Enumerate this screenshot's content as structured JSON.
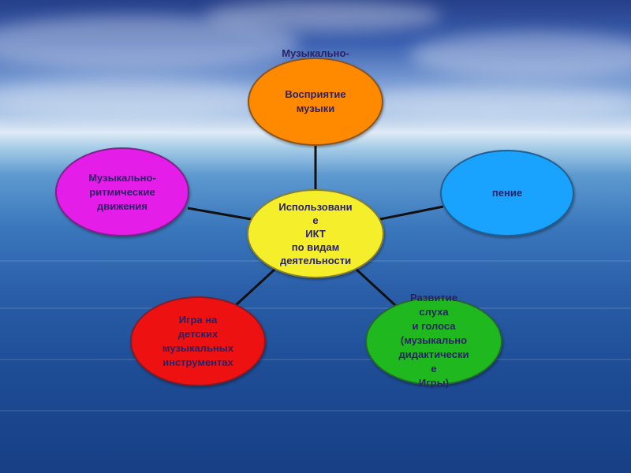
{
  "nodes": {
    "center": "Использовани\nе\nИКТ\nпо видам\nдеятельности",
    "top": "Восприятие\nмузыки",
    "top_extra": "Музыкально-",
    "left": "Музыкально-\nритмические\nдвижения",
    "right": "пение",
    "bottom_left": "Игра на\nдетских\nмузыкальных\nинструментах",
    "bottom_right": "Развитие\nслуха\nи голоса\n(музыкально\nдидактически\nе\nИгры)"
  },
  "colors": {
    "center": "#f5ee2a",
    "top": "#ff8a00",
    "left": "#e41de8",
    "right": "#19a3ff",
    "bottom_left": "#ee1111",
    "bottom_right": "#1fb81f"
  }
}
